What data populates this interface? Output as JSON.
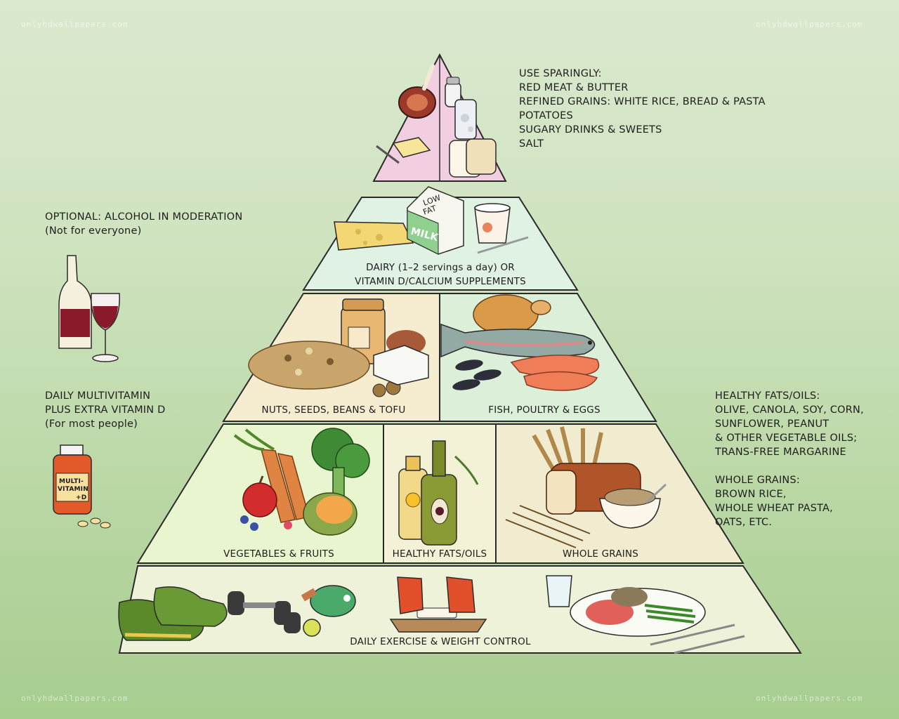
{
  "watermarks": {
    "top_left": "onlyhdwallpapers.com",
    "top_right": "onlyhdwallpapers.com",
    "bottom_left": "onlyhdwallpapers.com",
    "bottom_right": "onlyhdwallpapers.com"
  },
  "notes": {
    "top_right": "USE SPARINGLY:\nRED MEAT & BUTTER\nREFINED GRAINS: WHITE RICE, BREAD & PASTA\nPOTATOES\nSUGARY DRINKS & SWEETS\nSALT",
    "alcohol": "OPTIONAL: ALCOHOL IN MODERATION\n(Not for everyone)",
    "multivitamin": "DAILY MULTIVITAMIN\nPLUS EXTRA VITAMIN D\n(For most people)",
    "fats_grains": "HEALTHY FATS/OILS:\nOLIVE, CANOLA, SOY, CORN,\nSUNFLOWER, PEANUT\n& OTHER VEGETABLE OILS;\nTRANS-FREE MARGARINE\n\nWHOLE GRAINS:\nBROWN RICE,\nWHOLE WHEAT PASTA,\nOATS, ETC."
  },
  "tiers": {
    "dairy_line1": "DAIRY (1–2 servings a day) OR",
    "dairy_line2": "VITAMIN D/CALCIUM SUPPLEMENTS",
    "nuts": "NUTS, SEEDS, BEANS & TOFU",
    "fish": "FISH, POULTRY & EGGS",
    "vegetables": "VEGETABLES & FRUITS",
    "oils": "HEALTHY FATS/OILS",
    "grains": "WHOLE GRAINS",
    "exercise": "DAILY EXERCISE & WEIGHT CONTROL"
  },
  "illustration_text": {
    "milk_low": "LOW",
    "milk_fat": "FAT",
    "milk": "MILK",
    "vitamin_multi": "MULTI-",
    "vitamin_vitamin": "VITAMIN",
    "vitamin_d": "+D"
  },
  "icons": [
    "red-meat-icon",
    "butter-icon",
    "salt-shaker-icon",
    "soda-can-icon",
    "bread-icon",
    "cheese-icon",
    "milk-carton-icon",
    "yogurt-icon",
    "peanut-butter-jar-icon",
    "nuts-pile-icon",
    "tofu-icon",
    "chicken-icon",
    "fish-icon",
    "mussels-icon",
    "shrimp-icon",
    "carrots-icon",
    "broccoli-icon",
    "apple-icon",
    "melon-icon",
    "oil-bottle-icon",
    "olive-oil-bottle-icon",
    "wheat-icon",
    "bread-loaf-icon",
    "rice-bowl-icon",
    "sneakers-icon",
    "dumbbell-icon",
    "ping-pong-paddle-icon",
    "tennis-ball-icon",
    "scale-icon",
    "water-glass-icon",
    "dinner-plate-icon",
    "wine-bottle-icon",
    "wine-glass-icon",
    "vitamin-bottle-icon"
  ],
  "colors": {
    "top_tier": "#f2cfe0",
    "dairy_tier": "#dff2e3",
    "protein_tier": "#f6ecd0",
    "fish_tier": "#dcefd8",
    "veg_tier": "#e9f5cf",
    "oil_tier": "#f3f1d6",
    "grain_tier": "#f1ebcf",
    "exercise_tier": "#eef2d8",
    "outline": "#2a2a2a"
  }
}
